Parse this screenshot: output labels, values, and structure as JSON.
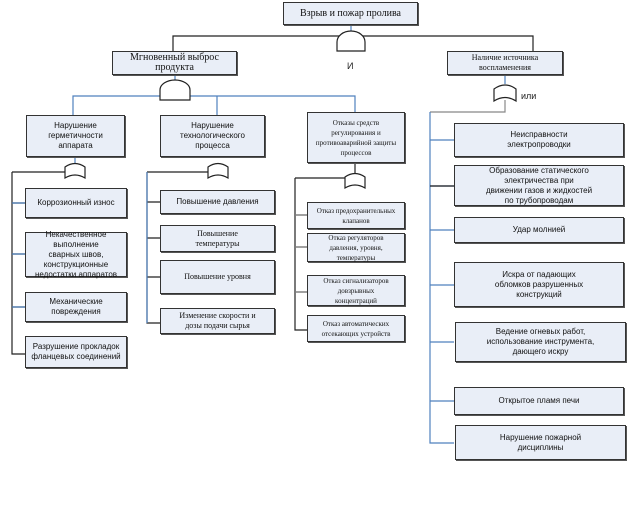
{
  "top_event": "Взрыв и пожар пролива",
  "and_label": "И",
  "or_label": "или",
  "left": {
    "title": "Мгновенный выброс продукта",
    "branches": [
      {
        "title": "Нарушение герметичности\nаппарата",
        "items": [
          "Коррозионный  износ",
          "Некачественное выполнение\nсварных швов, конструкционные\nнедостатки аппаратов",
          "Механические повреждения",
          "Разрушение прокладок\nфланцевых соединений"
        ]
      },
      {
        "title": "Нарушение технологического\nпроцесса",
        "items": [
          "Повышение давления",
          "Повышение\nтемпературы",
          "Повышение уровня",
          "Изменение скорости и\nдозы подачи сырья"
        ]
      },
      {
        "title": "Отказы средств\nрегулирования и\nпротивоаварийной защиты\nпроцессов",
        "items": [
          "Отказ предохранительных\nклапанов",
          "Отказ регуляторов\nдавления, уровня,\nтемпературы",
          "Отказ сигнализаторов\nдовзрывных\nконцентраций",
          "Отказ автоматических\nотсекающих устройств"
        ]
      }
    ]
  },
  "right": {
    "title": "Наличие источника\nвоспламенения",
    "items": [
      "Неисправности\nэлектропроводки",
      "Образование статического\nэлектричества при\nдвижении газов и жидкостей\nпо трубопроводам",
      "Удар молнией",
      "Искра от падающих\nобломков разрушенных\nконструкций",
      "Ведение огневых работ,\nиспользование инструмента,\nдающего искру",
      "Открытое пламя печи",
      "Нарушение пожарной\nдисциплины"
    ]
  },
  "colors": {
    "box_fill": "#e9eef7",
    "connector_blue": "#4f81bd"
  }
}
